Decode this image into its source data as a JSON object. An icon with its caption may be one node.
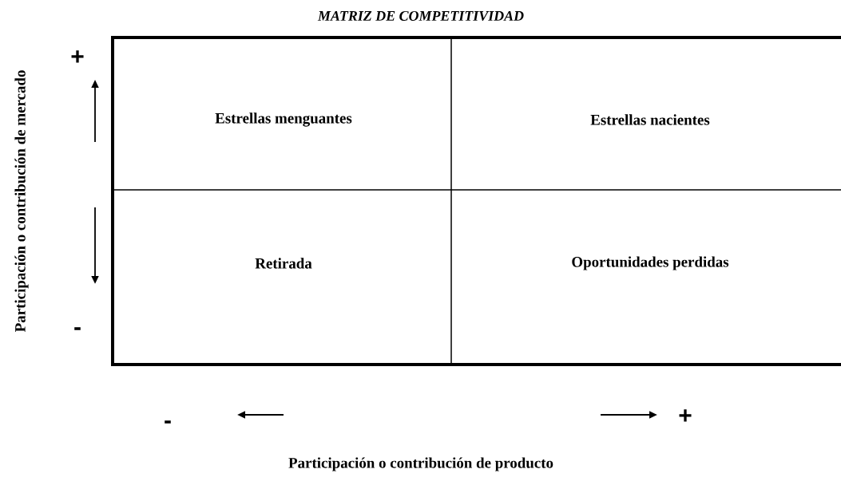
{
  "diagram": {
    "title": "MATRIZ DE COMPETITIVIDAD",
    "nodes": [
      {
        "text": [
          "Estrellas menguantes"
        ]
      },
      {
        "text": [
          "Estrellas nacientes"
        ]
      },
      {
        "text": [
          "Retirada"
        ]
      },
      {
        "text": [
          "Oportunidades perdidas"
        ]
      }
    ],
    "labels": [
      "Participación o contribución de mercado",
      "+",
      "-",
      "-",
      "+",
      "Participación o contribución de producto"
    ]
  }
}
